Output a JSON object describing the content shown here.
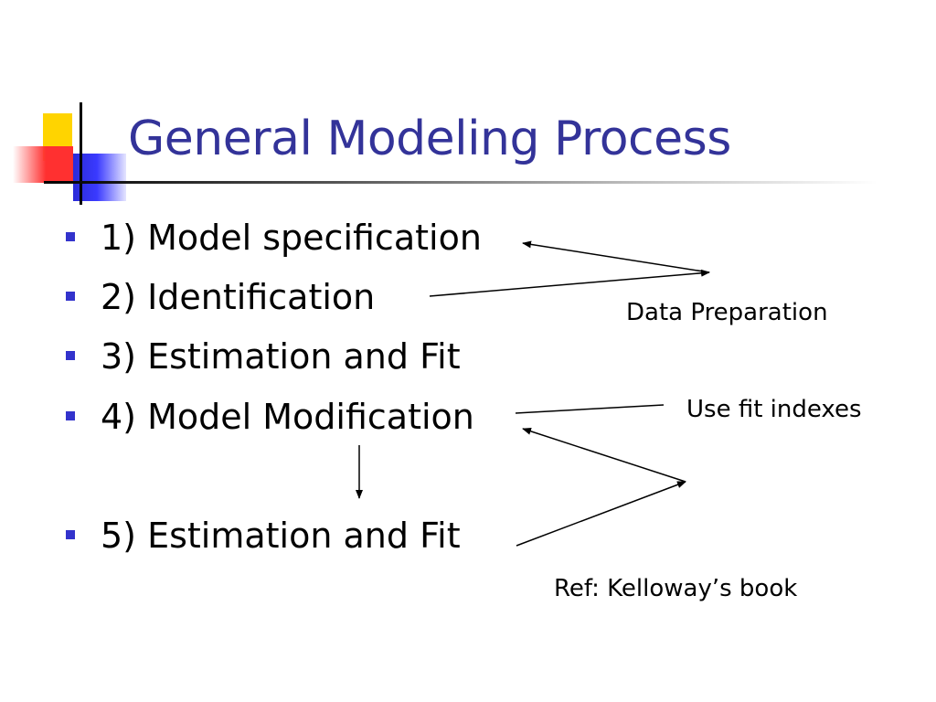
{
  "title": "General Modeling Process",
  "items": [
    "1) Model specification",
    "2) Identification",
    "3) Estimation and Fit",
    "4) Model Modification",
    "5) Estimation and Fit"
  ],
  "notes": {
    "data_preparation": "Data Preparation",
    "use_fit_indexes": "Use fit indexes",
    "reference": "Ref: Kelloway’s book"
  },
  "colors": {
    "title": "#333399",
    "bullet": "#3333cc",
    "logo_yellow": "#ffd400",
    "logo_red": "#ff3030",
    "logo_blue": "#3a3aff"
  }
}
